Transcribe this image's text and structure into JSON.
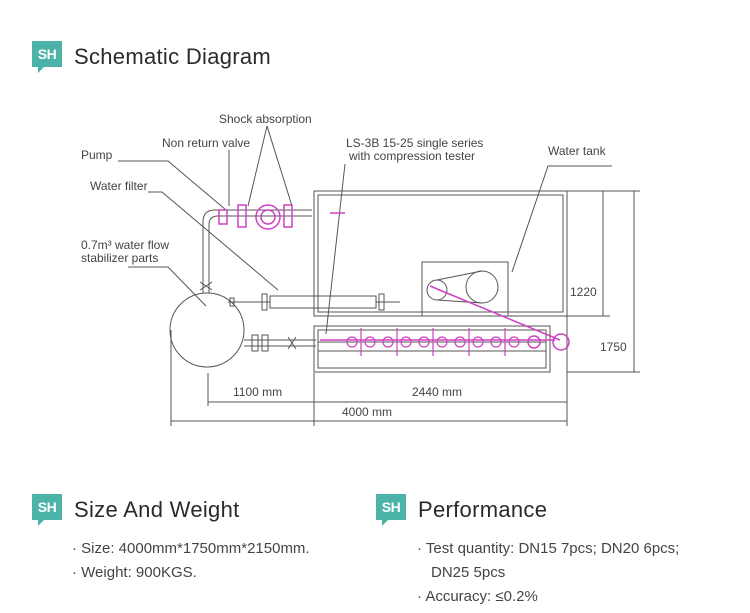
{
  "header": {
    "logo_text": "SH",
    "title": "Schematic Diagram"
  },
  "diagram": {
    "labels": {
      "shock": "Shock absorption",
      "nonreturn": "Non return valve",
      "pump": "Pump",
      "tester_line1": "LS-3B 15-25 single series",
      "tester_line2": "with compression tester",
      "water_tank": "Water tank",
      "water_filter": "Water filter",
      "stabilizer_line1": "0.7m³ water flow",
      "stabilizer_line2": "stabilizer parts"
    },
    "dimensions": {
      "d1100": "1100 mm",
      "d2440": "2440 mm",
      "d4000": "4000 mm",
      "d1220": "1220",
      "d1750": "1750"
    }
  },
  "size_weight": {
    "logo_text": "SH",
    "title": "Size And Weight",
    "lines": [
      "· Size: 4000mm*1750mm*2150mm.",
      "· Weight: 900KGS."
    ]
  },
  "performance": {
    "logo_text": "SH",
    "title": "Performance",
    "lines": [
      "· Test quantity: DN15 7pcs; DN20 6pcs;",
      "DN25 5pcs",
      "· Accuracy: ≤0.2%"
    ]
  },
  "colors": {
    "accent": "#4bb3a8",
    "pink": "#d040c0",
    "line": "#555555"
  }
}
